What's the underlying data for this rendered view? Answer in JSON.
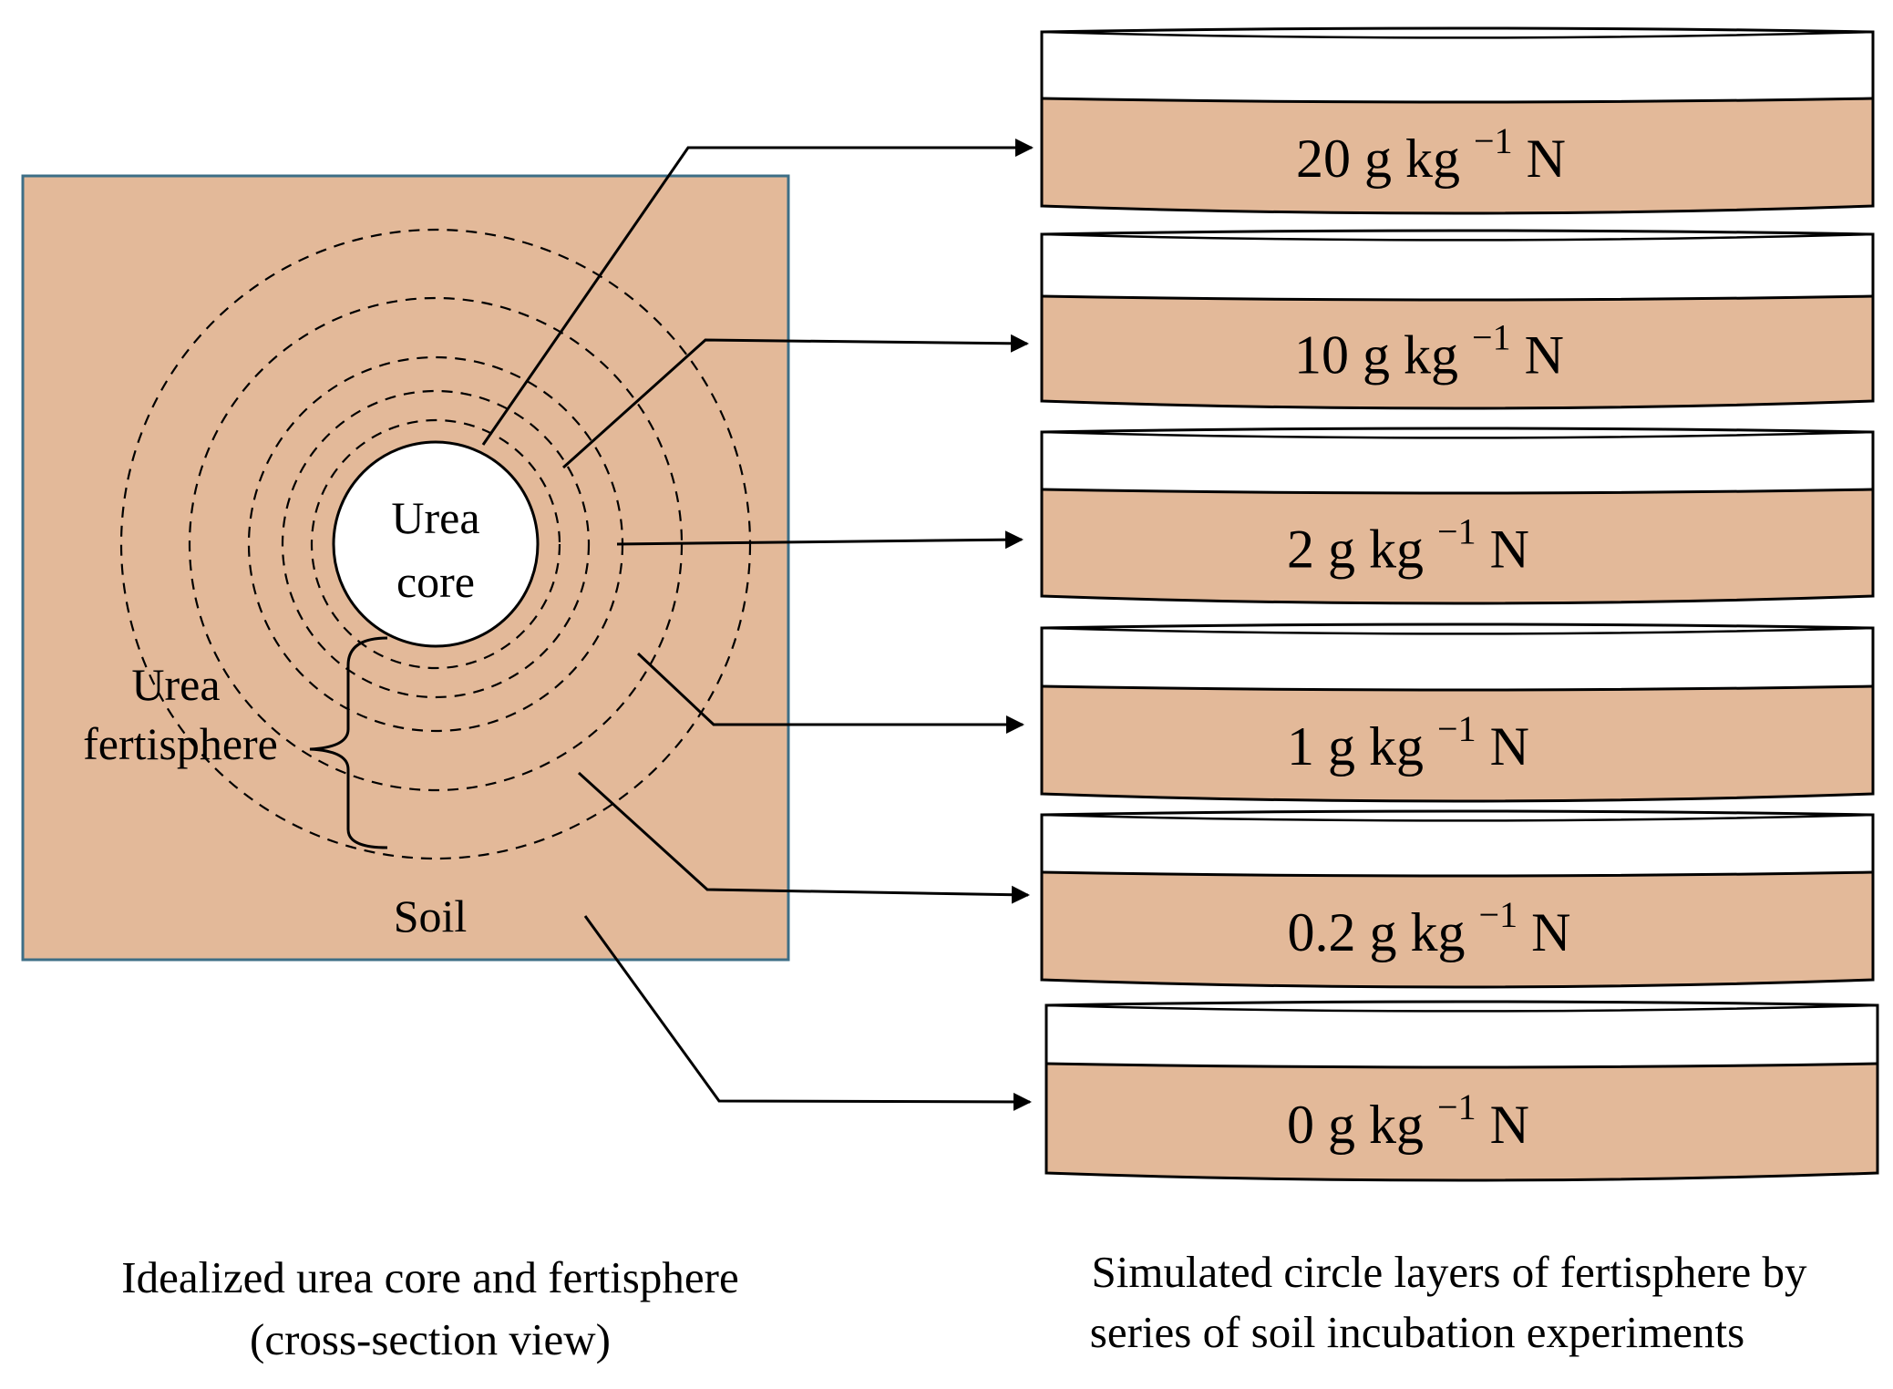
{
  "colors": {
    "soil": "#e3b999",
    "box_border": "#3d6e86",
    "line": "#000000",
    "core_fill": "#ffffff"
  },
  "cross_section": {
    "core_label_line1": "Urea",
    "core_label_line2": "core",
    "fertisphere_label_line1": "Urea",
    "fertisphere_label_line2": "fertisphere",
    "soil_label": "Soil"
  },
  "dishes": [
    {
      "value": "20",
      "unit": "g kg",
      "exponent": "−1",
      "element": "N"
    },
    {
      "value": "10",
      "unit": "g kg",
      "exponent": "−1",
      "element": "N"
    },
    {
      "value": "2",
      "unit": "g kg",
      "exponent": "−1",
      "element": "N"
    },
    {
      "value": "1",
      "unit": "g kg",
      "exponent": "−1",
      "element": "N"
    },
    {
      "value": "0.2",
      "unit": "g kg",
      "exponent": "−1",
      "element": "N"
    },
    {
      "value": "0",
      "unit": "g kg",
      "exponent": "−1",
      "element": "N"
    }
  ],
  "captions": {
    "left_line1": "Idealized urea core and fertisphere",
    "left_line2": "(cross-section view)",
    "right_line1": "Simulated circle layers of fertisphere by",
    "right_line2": "series of soil incubation experiments"
  }
}
